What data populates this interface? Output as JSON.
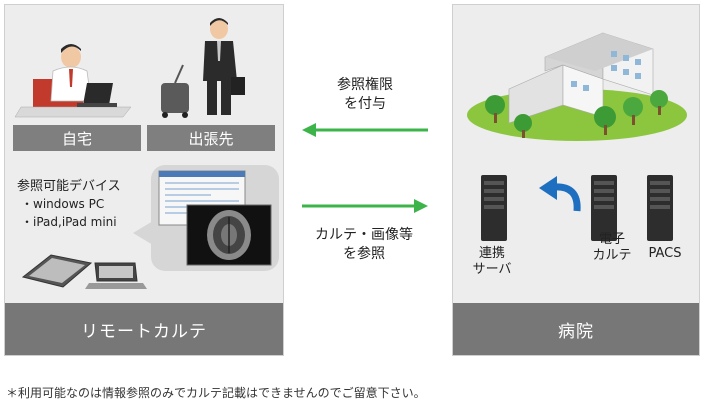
{
  "remote": {
    "home_label": "自宅",
    "trip_label": "出張先",
    "devices_title": "参照可能デバイス",
    "devices": [
      "・windows PC",
      "・iPad,iPad mini"
    ],
    "footer": "リモートカルテ"
  },
  "arrows": {
    "to_remote": [
      "参照権限",
      "を付与"
    ],
    "to_hospital": [
      "カルテ・画像等",
      "を参照"
    ]
  },
  "hospital": {
    "servers": [
      {
        "label": [
          "連携",
          "サーバ"
        ]
      },
      {
        "label": [
          "電子",
          "カルテ"
        ]
      },
      {
        "label": [
          "PACS"
        ]
      }
    ],
    "footer": "病院"
  },
  "note": "＊利用可能なのは情報参照のみでカルテ記載はできませんのでご留意下さい。",
  "colors": {
    "arrow": "#3cb44a",
    "footer_bg": "#777777",
    "label_bg": "#7f7f7f",
    "cycle_arrow": "#1e6fc0"
  }
}
